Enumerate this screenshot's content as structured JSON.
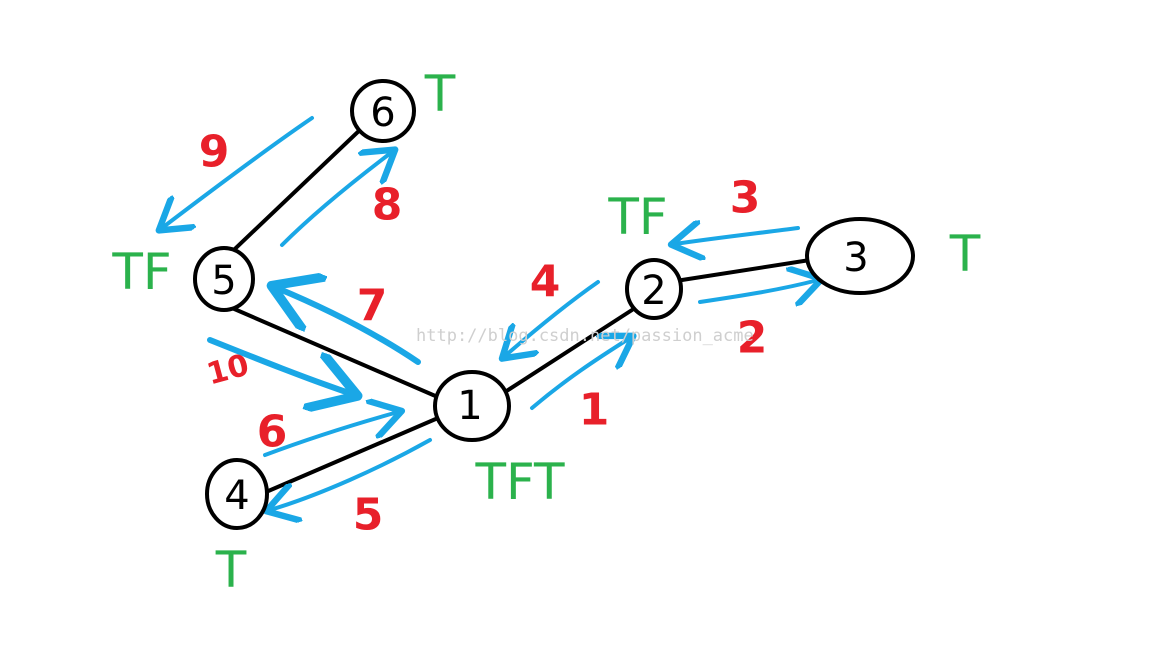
{
  "colors": {
    "node_stroke": "#000000",
    "edge": "#000000",
    "arrow": "#1aa7e6",
    "step_number": "#e8202a",
    "tag": "#2bb24c"
  },
  "nodes": [
    {
      "id": "6",
      "label": "6"
    },
    {
      "id": "5",
      "label": "5"
    },
    {
      "id": "1",
      "label": "1"
    },
    {
      "id": "2",
      "label": "2"
    },
    {
      "id": "3",
      "label": "3"
    },
    {
      "id": "4",
      "label": "4"
    }
  ],
  "edges": [
    {
      "from": "6",
      "to": "5"
    },
    {
      "from": "5",
      "to": "1"
    },
    {
      "from": "1",
      "to": "2"
    },
    {
      "from": "2",
      "to": "3"
    },
    {
      "from": "1",
      "to": "4"
    }
  ],
  "traversal_steps": [
    {
      "step": "1",
      "from": "1",
      "to": "2"
    },
    {
      "step": "2",
      "from": "2",
      "to": "3"
    },
    {
      "step": "3",
      "from": "3",
      "to": "2"
    },
    {
      "step": "4",
      "from": "2",
      "to": "1"
    },
    {
      "step": "5",
      "from": "1",
      "to": "4"
    },
    {
      "step": "6",
      "from": "4",
      "to": "1"
    },
    {
      "step": "7",
      "from": "1",
      "to": "5"
    },
    {
      "step": "8",
      "from": "5",
      "to": "6"
    },
    {
      "step": "9",
      "from": "6",
      "to": "5"
    },
    {
      "step": "10",
      "from": "5",
      "to": "1"
    }
  ],
  "tags": [
    {
      "node": "6",
      "text": "T"
    },
    {
      "node": "5",
      "text": "TF"
    },
    {
      "node": "2",
      "text": "TF"
    },
    {
      "node": "3",
      "text": "T"
    },
    {
      "node": "1",
      "text": "TFT"
    },
    {
      "node": "4",
      "text": "T"
    }
  ],
  "watermark": "http://blog.csdn.net/passion_acme"
}
